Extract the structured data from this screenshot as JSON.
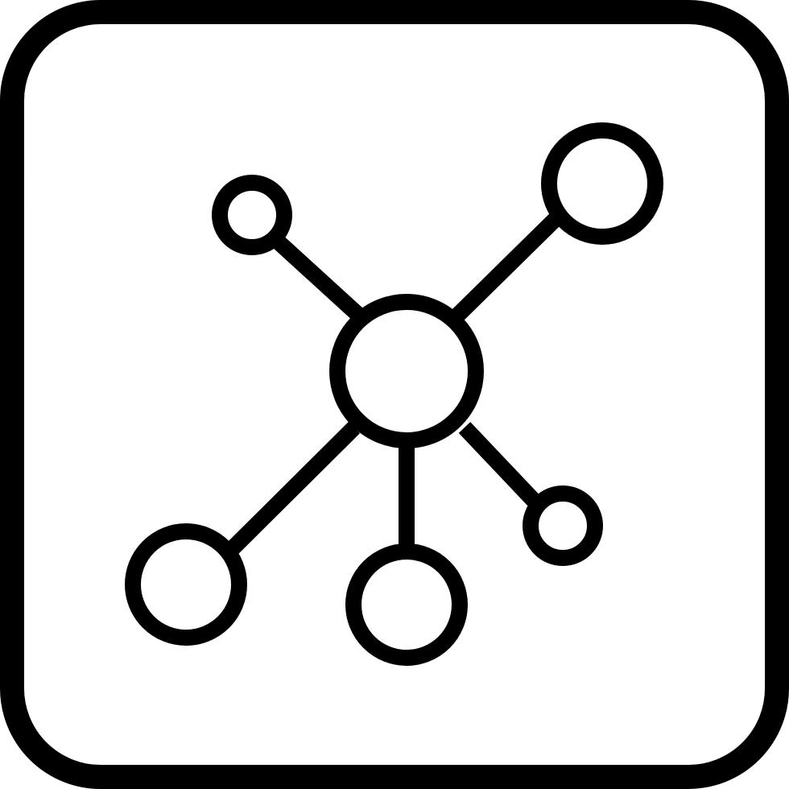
{
  "icon": {
    "name": "network-hub-icon",
    "stroke_color": "#000000",
    "fill_color": "#ffffff",
    "frame": "rounded-square",
    "nodes": [
      {
        "id": "center",
        "role": "hub"
      },
      {
        "id": "top-left",
        "role": "leaf"
      },
      {
        "id": "top-right",
        "role": "leaf"
      },
      {
        "id": "bottom-left",
        "role": "leaf"
      },
      {
        "id": "bottom-center",
        "role": "leaf"
      },
      {
        "id": "bottom-right",
        "role": "leaf"
      }
    ]
  }
}
